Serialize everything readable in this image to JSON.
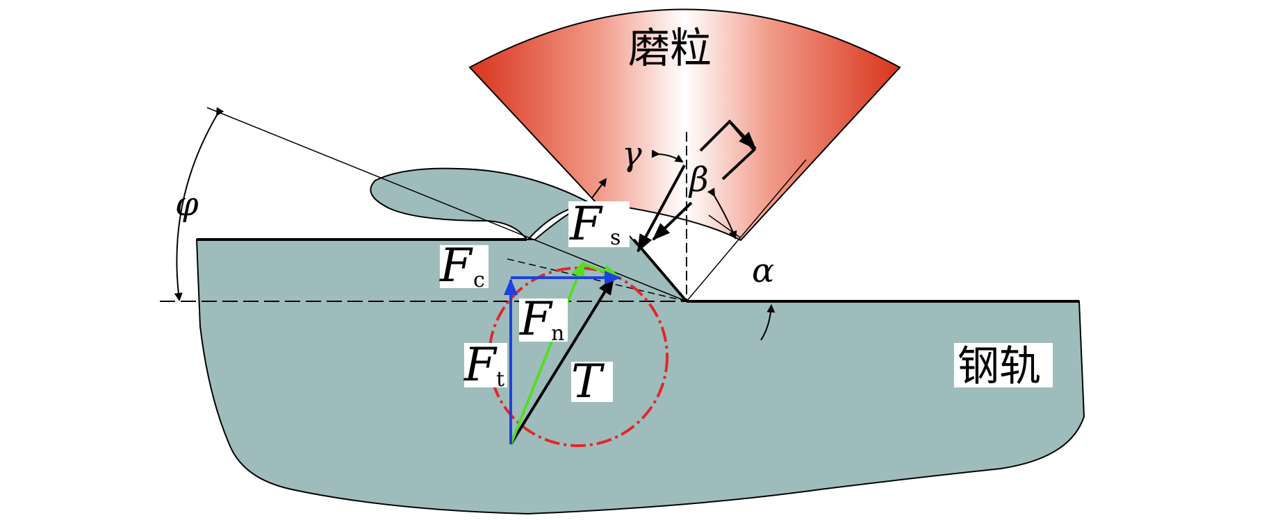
{
  "labels": {
    "grain": "磨粒",
    "rail": "钢轨",
    "phi": "φ",
    "gamma": "γ",
    "beta": "β",
    "alpha": "α",
    "fs_main": "F",
    "fs_sub": "s",
    "fc_main": "F",
    "fc_sub": "c",
    "fn_main": "F",
    "fn_sub": "n",
    "ft_main": "F",
    "ft_sub": "t",
    "t": "T"
  },
  "colors": {
    "rail_fill": "#9fbcbc",
    "grain_edge": "#d83a22",
    "grain_center": "#ffffff",
    "circle": "#e0282a",
    "blue": "#1f3fe0",
    "green": "#55dd22",
    "black": "#000000"
  }
}
